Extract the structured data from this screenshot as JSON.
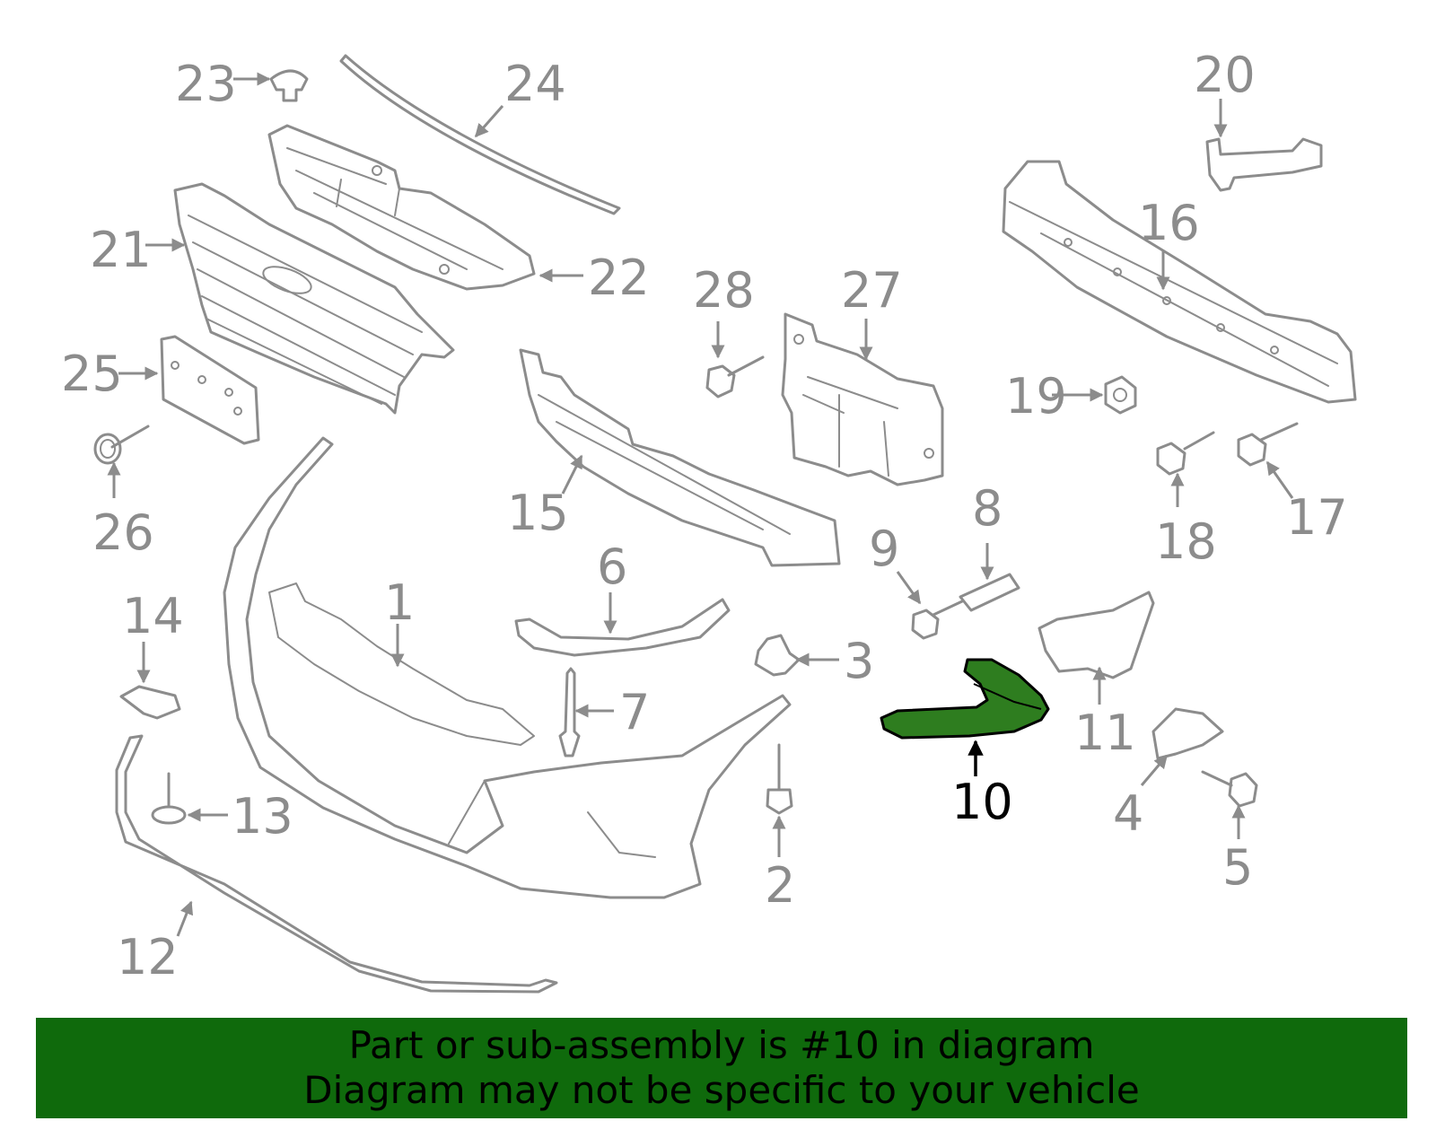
{
  "diagram": {
    "labels": {
      "p1": "1",
      "p2": "2",
      "p3": "3",
      "p4": "4",
      "p5": "5",
      "p6": "6",
      "p7": "7",
      "p8": "8",
      "p9": "9",
      "p10": "10",
      "p11": "11",
      "p12": "12",
      "p13": "13",
      "p14": "14",
      "p15": "15",
      "p16": "16",
      "p17": "17",
      "p18": "18",
      "p19": "19",
      "p20": "20",
      "p21": "21",
      "p22": "22",
      "p23": "23",
      "p24": "24",
      "p25": "25",
      "p26": "26",
      "p27": "27",
      "p28": "28"
    },
    "highlighted_part": "10",
    "colors": {
      "part_stroke": "#8c8c8c",
      "highlight_fill": "#2e7d1f",
      "banner_bg": "#0f6a0c"
    }
  },
  "banner": {
    "line1": "Part or sub-assembly is #10 in diagram",
    "line2": "Diagram may not be specific to your vehicle"
  }
}
